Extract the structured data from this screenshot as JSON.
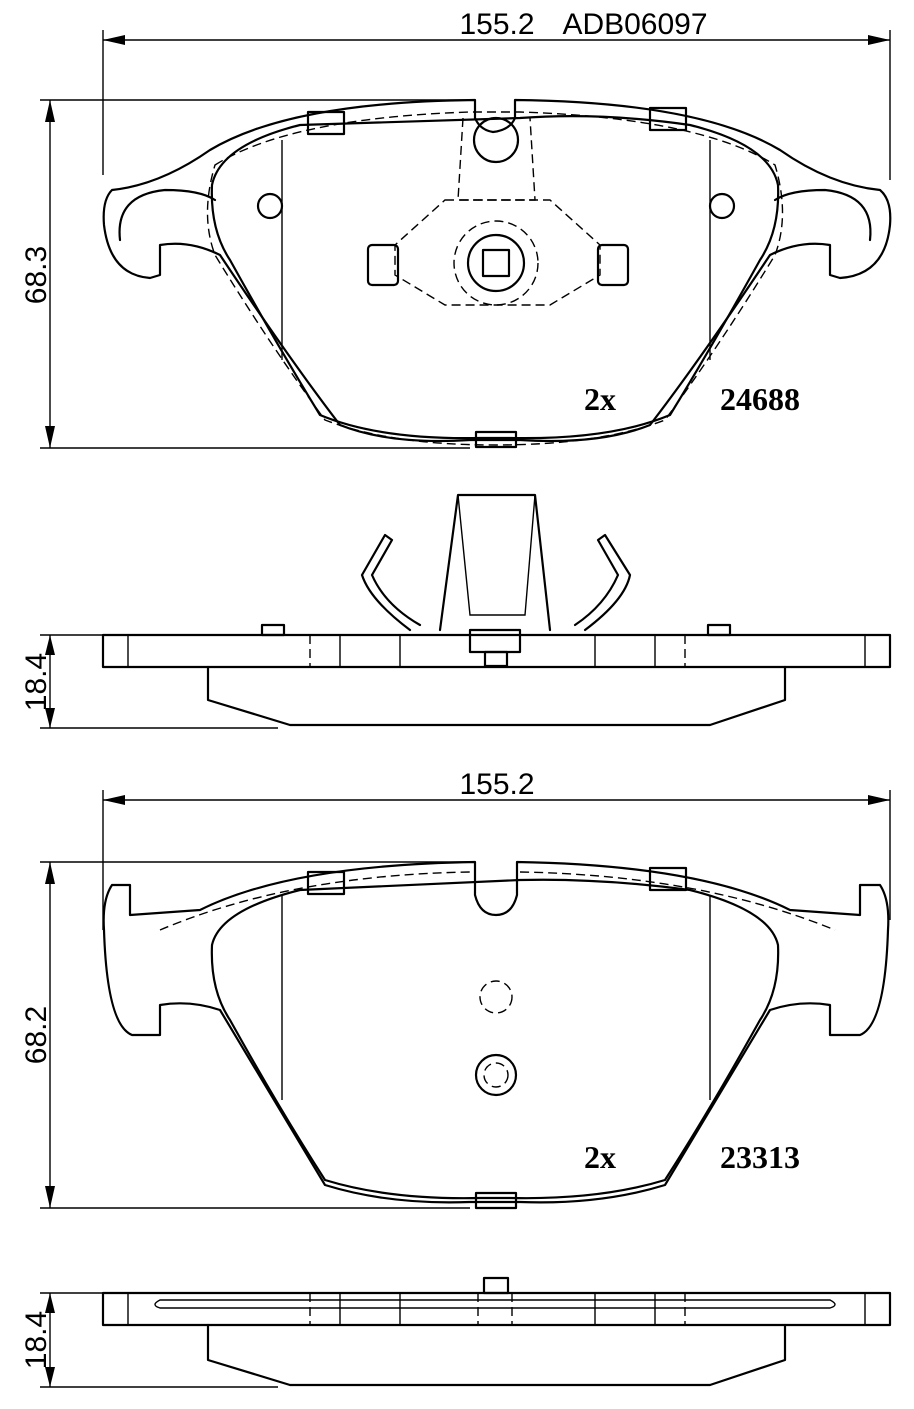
{
  "top_view_1": {
    "width_label": "155.2",
    "part_code": "ADB06097",
    "height_label": "68.3",
    "quantity": "2x",
    "pad_number": "24688"
  },
  "side_view_1": {
    "thickness_label": "18.4"
  },
  "top_view_2": {
    "width_label": "155.2",
    "height_label": "68.2",
    "quantity": "2x",
    "pad_number": "23313"
  },
  "side_view_2": {
    "thickness_label": "18.4"
  },
  "colors": {
    "line": "#000000",
    "background": "#ffffff"
  }
}
